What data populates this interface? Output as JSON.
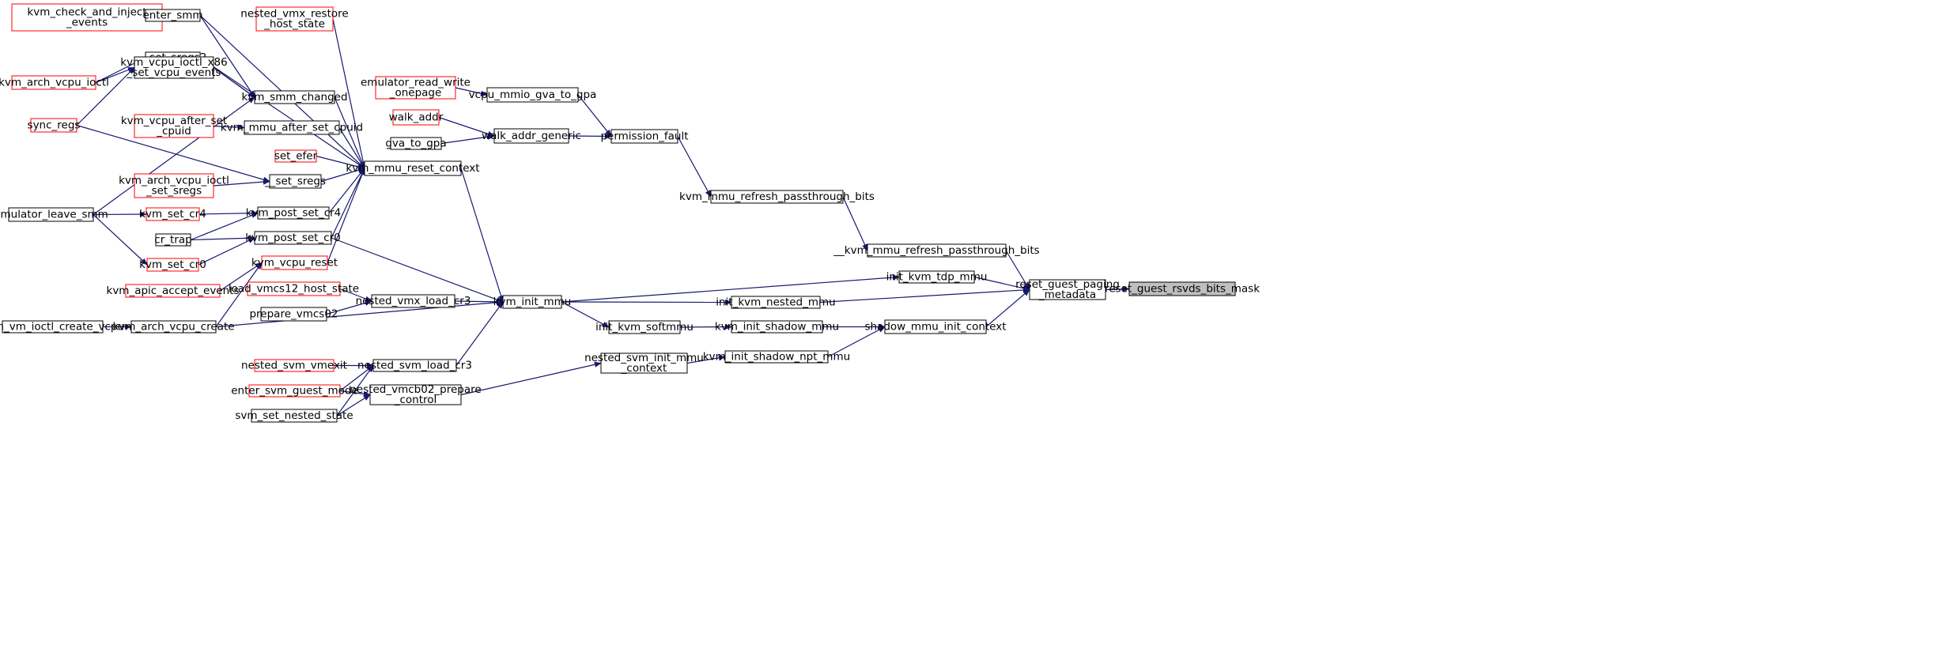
{
  "colors": {
    "edge": "#191970",
    "border_default": "#000000",
    "border_truncated": "#ff0000",
    "fill_default": "#ffffff",
    "fill_focus": "#bfbfbf",
    "text": "#000000"
  },
  "nodes": [
    {
      "id": "n0",
      "lines": [
        "kvm_check_and_inject",
        "_events"
      ],
      "truncated": true
    },
    {
      "id": "n1",
      "lines": [
        "enter_smm"
      ],
      "truncated": false
    },
    {
      "id": "n2",
      "lines": [
        "nested_vmx_restore",
        "_host_state"
      ],
      "truncated": true
    },
    {
      "id": "n3",
      "lines": [
        "__set_sregs2"
      ],
      "truncated": false
    },
    {
      "id": "n4",
      "lines": [
        "kvm_arch_vcpu_ioctl"
      ],
      "truncated": true
    },
    {
      "id": "n5",
      "lines": [
        "kvm_vcpu_ioctl_x86",
        "_set_vcpu_events"
      ],
      "truncated": false
    },
    {
      "id": "n6",
      "lines": [
        "emulator_read_write",
        "_onepage"
      ],
      "truncated": true
    },
    {
      "id": "n7",
      "lines": [
        "vcpu_mmio_gva_to_gpa"
      ],
      "truncated": false
    },
    {
      "id": "n8",
      "lines": [
        "kvm_smm_changed"
      ],
      "truncated": false
    },
    {
      "id": "n9",
      "lines": [
        "sync_regs"
      ],
      "truncated": true
    },
    {
      "id": "n10",
      "lines": [
        "kvm_vcpu_after_set",
        "_cpuid"
      ],
      "truncated": true
    },
    {
      "id": "n11",
      "lines": [
        "kvm_mmu_after_set_cpuid"
      ],
      "truncated": false
    },
    {
      "id": "n12",
      "lines": [
        "walk_addr"
      ],
      "truncated": true
    },
    {
      "id": "n13",
      "lines": [
        "walk_addr_generic"
      ],
      "truncated": false
    },
    {
      "id": "n14",
      "lines": [
        "permission_fault"
      ],
      "truncated": false
    },
    {
      "id": "n15",
      "lines": [
        "gva_to_gpa"
      ],
      "truncated": false
    },
    {
      "id": "n16",
      "lines": [
        "set_efer"
      ],
      "truncated": true
    },
    {
      "id": "n17",
      "lines": [
        "kvm_mmu_reset_context"
      ],
      "truncated": false
    },
    {
      "id": "n18",
      "lines": [
        "kvm_arch_vcpu_ioctl",
        "_set_sregs"
      ],
      "truncated": true
    },
    {
      "id": "n19",
      "lines": [
        "__set_sregs"
      ],
      "truncated": false
    },
    {
      "id": "n20",
      "lines": [
        "kvm_mmu_refresh_passthrough_bits"
      ],
      "truncated": false
    },
    {
      "id": "n21",
      "lines": [
        "emulator_leave_smm"
      ],
      "truncated": false
    },
    {
      "id": "n22",
      "lines": [
        "kvm_set_cr4"
      ],
      "truncated": true
    },
    {
      "id": "n23",
      "lines": [
        "kvm_post_set_cr4"
      ],
      "truncated": false
    },
    {
      "id": "n24",
      "lines": [
        "cr_trap"
      ],
      "truncated": false
    },
    {
      "id": "n25",
      "lines": [
        "kvm_post_set_cr0"
      ],
      "truncated": false
    },
    {
      "id": "n26",
      "lines": [
        "__kvm_mmu_refresh_passthrough_bits"
      ],
      "truncated": false
    },
    {
      "id": "n27",
      "lines": [
        "kvm_set_cr0"
      ],
      "truncated": true
    },
    {
      "id": "n28",
      "lines": [
        "kvm_vcpu_reset"
      ],
      "truncated": true
    },
    {
      "id": "n29",
      "lines": [
        "init_kvm_tdp_mmu"
      ],
      "truncated": false
    },
    {
      "id": "n30",
      "lines": [
        "kvm_apic_accept_events"
      ],
      "truncated": true
    },
    {
      "id": "n31",
      "lines": [
        "load_vmcs12_host_state"
      ],
      "truncated": true
    },
    {
      "id": "n32",
      "lines": [
        "reset_guest_paging",
        "_metadata"
      ],
      "truncated": false
    },
    {
      "id": "n33",
      "lines": [
        "reset_guest_rsvds_bits_mask"
      ],
      "truncated": false,
      "focus": true
    },
    {
      "id": "n34",
      "lines": [
        "nested_vmx_load_cr3"
      ],
      "truncated": false
    },
    {
      "id": "n35",
      "lines": [
        "kvm_init_mmu"
      ],
      "truncated": false
    },
    {
      "id": "n36",
      "lines": [
        "init_kvm_nested_mmu"
      ],
      "truncated": false
    },
    {
      "id": "n37",
      "lines": [
        "prepare_vmcs02"
      ],
      "truncated": false
    },
    {
      "id": "n38",
      "lines": [
        "kvm_vm_ioctl_create_vcpu"
      ],
      "truncated": false
    },
    {
      "id": "n39",
      "lines": [
        "kvm_arch_vcpu_create"
      ],
      "truncated": false
    },
    {
      "id": "n40",
      "lines": [
        "init_kvm_softmmu"
      ],
      "truncated": false
    },
    {
      "id": "n41",
      "lines": [
        "kvm_init_shadow_mmu"
      ],
      "truncated": false
    },
    {
      "id": "n42",
      "lines": [
        "shadow_mmu_init_context"
      ],
      "truncated": false
    },
    {
      "id": "n43",
      "lines": [
        "nested_svm_init_mmu",
        "_context"
      ],
      "truncated": false
    },
    {
      "id": "n44",
      "lines": [
        "kvm_init_shadow_npt_mmu"
      ],
      "truncated": false
    },
    {
      "id": "n45",
      "lines": [
        "nested_svm_vmexit"
      ],
      "truncated": true
    },
    {
      "id": "n46",
      "lines": [
        "nested_svm_load_cr3"
      ],
      "truncated": false
    },
    {
      "id": "n47",
      "lines": [
        "enter_svm_guest_mode"
      ],
      "truncated": true
    },
    {
      "id": "n48",
      "lines": [
        "nested_vmcb02_prepare",
        "_control"
      ],
      "truncated": false
    },
    {
      "id": "n49",
      "lines": [
        "svm_set_nested_state"
      ],
      "truncated": false
    }
  ],
  "edges": [
    [
      "n0",
      "n1"
    ],
    [
      "n1",
      "n17"
    ],
    [
      "n1",
      "n8"
    ],
    [
      "n2",
      "n17"
    ],
    [
      "n3",
      "n17"
    ],
    [
      "n3",
      "n8"
    ],
    [
      "n4",
      "n3"
    ],
    [
      "n4",
      "n5"
    ],
    [
      "n5",
      "n8"
    ],
    [
      "n8",
      "n17"
    ],
    [
      "n9",
      "n5"
    ],
    [
      "n9",
      "n19"
    ],
    [
      "n10",
      "n11"
    ],
    [
      "n11",
      "n17"
    ],
    [
      "n6",
      "n7"
    ],
    [
      "n7",
      "n14"
    ],
    [
      "n12",
      "n13"
    ],
    [
      "n15",
      "n13"
    ],
    [
      "n13",
      "n14"
    ],
    [
      "n14",
      "n20"
    ],
    [
      "n16",
      "n17"
    ],
    [
      "n18",
      "n19"
    ],
    [
      "n19",
      "n17"
    ],
    [
      "n21",
      "n8"
    ],
    [
      "n21",
      "n22"
    ],
    [
      "n21",
      "n27"
    ],
    [
      "n22",
      "n23"
    ],
    [
      "n24",
      "n23"
    ],
    [
      "n24",
      "n25"
    ],
    [
      "n23",
      "n17"
    ],
    [
      "n25",
      "n17"
    ],
    [
      "n27",
      "n25"
    ],
    [
      "n25",
      "n35"
    ],
    [
      "n28",
      "n17"
    ],
    [
      "n30",
      "n28"
    ],
    [
      "n39",
      "n28"
    ],
    [
      "n38",
      "n39"
    ],
    [
      "n39",
      "n35"
    ],
    [
      "n31",
      "n34"
    ],
    [
      "n37",
      "n34"
    ],
    [
      "n34",
      "n35"
    ],
    [
      "n46",
      "n35"
    ],
    [
      "n45",
      "n46"
    ],
    [
      "n47",
      "n46"
    ],
    [
      "n47",
      "n48"
    ],
    [
      "n49",
      "n46"
    ],
    [
      "n49",
      "n48"
    ],
    [
      "n48",
      "n43"
    ],
    [
      "n43",
      "n44"
    ],
    [
      "n44",
      "n42"
    ],
    [
      "n17",
      "n35"
    ],
    [
      "n35",
      "n29"
    ],
    [
      "n35",
      "n36"
    ],
    [
      "n35",
      "n40"
    ],
    [
      "n40",
      "n41"
    ],
    [
      "n41",
      "n42"
    ],
    [
      "n20",
      "n26"
    ],
    [
      "n26",
      "n32"
    ],
    [
      "n29",
      "n32"
    ],
    [
      "n36",
      "n32"
    ],
    [
      "n42",
      "n32"
    ],
    [
      "n32",
      "n33"
    ]
  ]
}
